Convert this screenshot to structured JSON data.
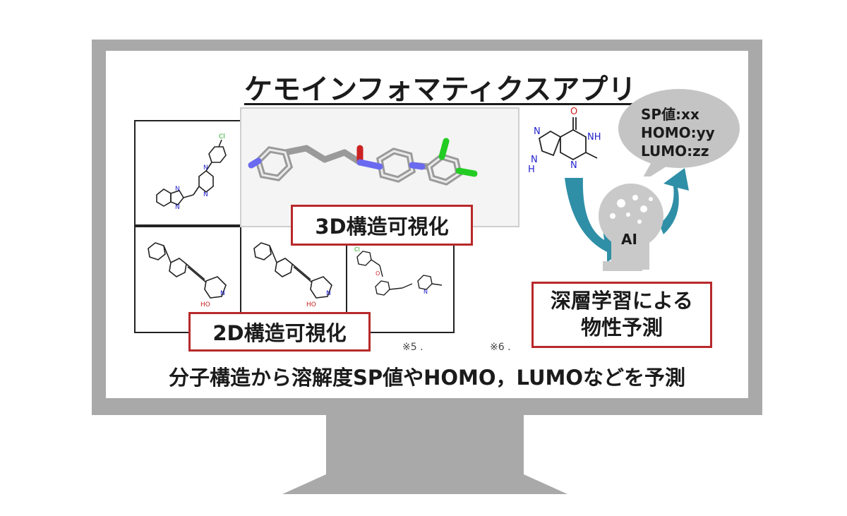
{
  "app": {
    "title": "ケモインフォマティクスアプリ"
  },
  "labels": {
    "visualization_3d": "3D構造可視化",
    "visualization_2d": "2D構造可視化",
    "deep_learning_line1": "深層学習による",
    "deep_learning_line2": "物性予測"
  },
  "notes": {
    "note_5": "※5 .",
    "note_6": "※6 ."
  },
  "prediction_bubble": {
    "line1": "SP値:xx",
    "line2": "HOMO:yy",
    "line3": "LUMO:zz"
  },
  "ai_head": {
    "label": "AI"
  },
  "molecule_labels": {
    "oxygen": "O",
    "nitrogen": "N",
    "nh_ring": "NH",
    "nh_imidazole": "N\nH",
    "ho": "HO",
    "n": "N",
    "cl": "Cl"
  },
  "caption": {
    "text": "分子構造から溶解度SP値やHOMO，LUMOなどを予測"
  },
  "colors": {
    "label_border": "#b8292b",
    "arrow_teal": "#2f8fa6",
    "monitor_gray": "#a9a9a9",
    "bubble_gray": "#c4c4c4"
  }
}
